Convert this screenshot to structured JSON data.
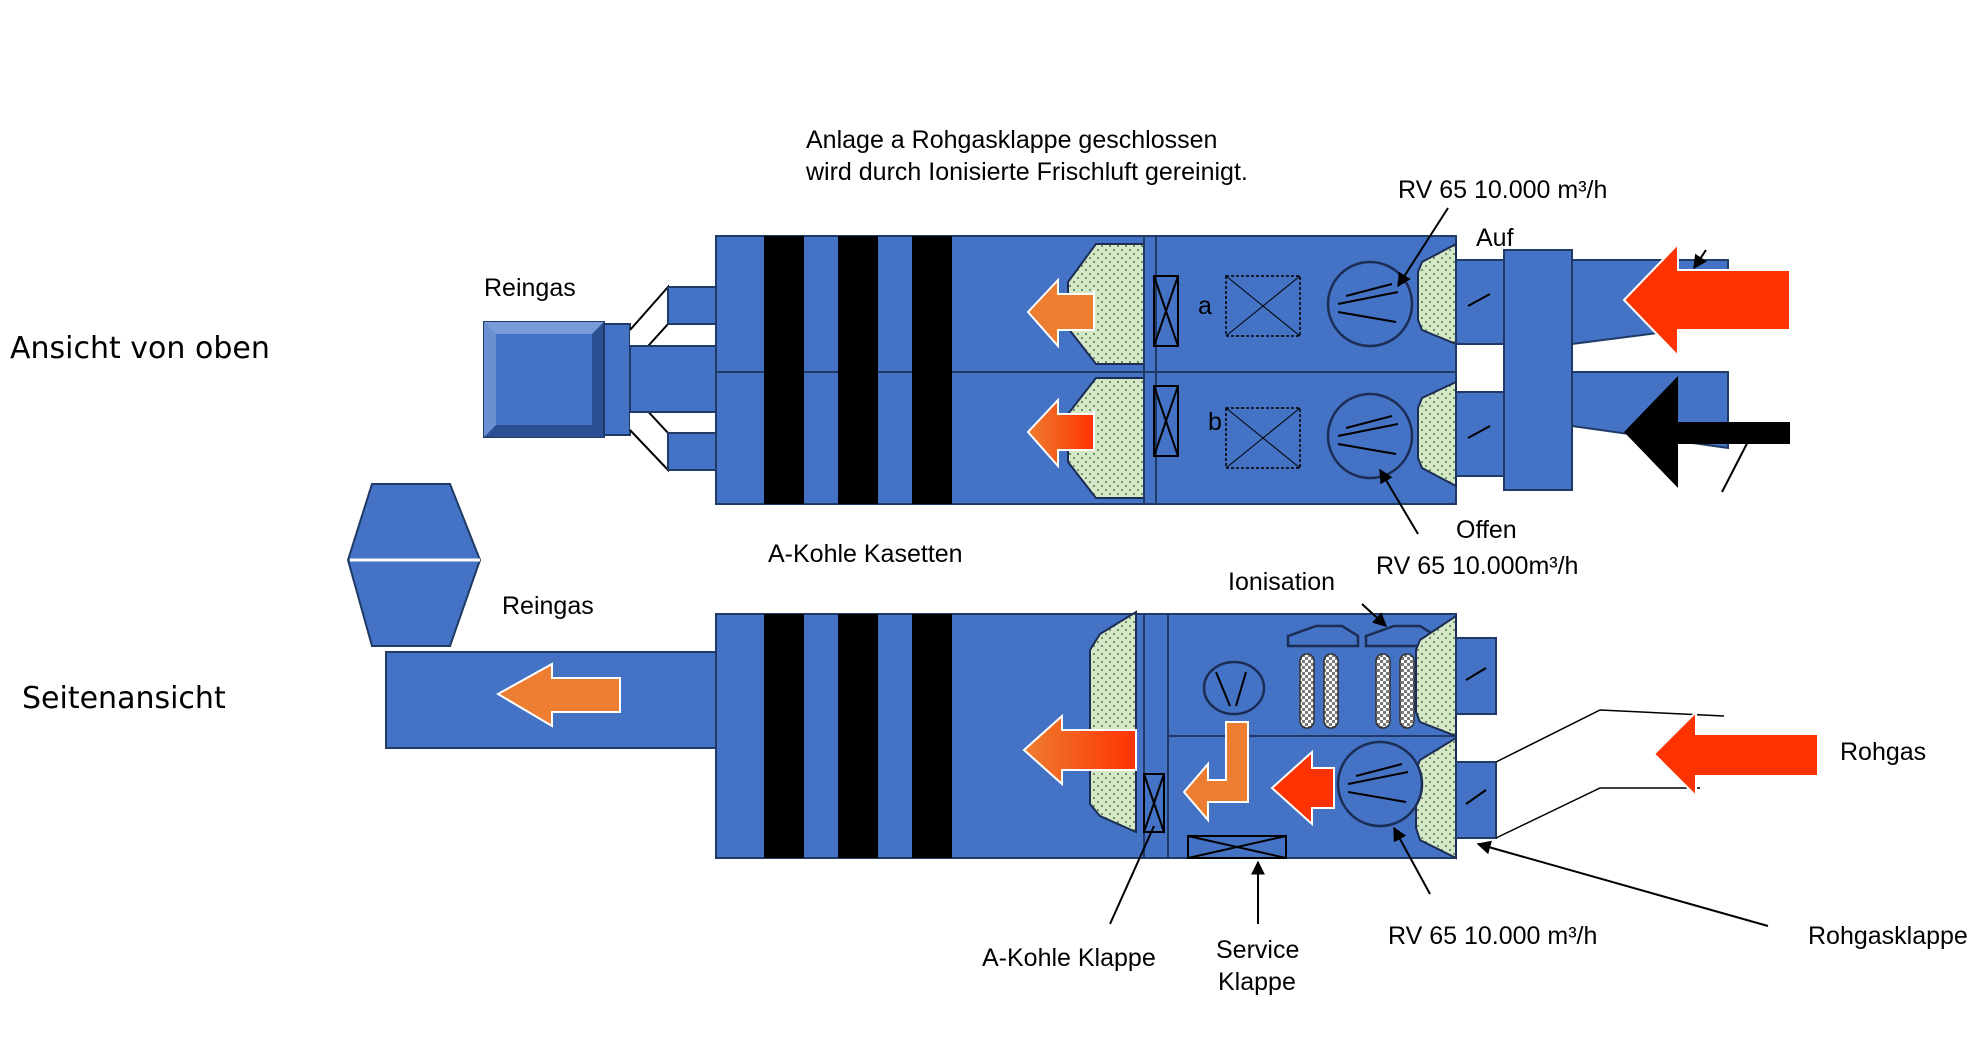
{
  "colors": {
    "unit_blue": "#4472C4",
    "carbon_black": "#000000",
    "arrow_orange": "#ED7D31",
    "arrow_red": "#FF3300",
    "filter_green": "#D5E8C8"
  },
  "views": {
    "top": "Ansicht von oben",
    "side": "Seitenansicht"
  },
  "labels": {
    "description_1": "Anlage a Rohgasklappe geschlossen",
    "description_2": "wird durch Ionisierte Frischluft gereinigt.",
    "fan_top_a": "RV 65 10.000 m³/h",
    "fan_top_b": "RV 65 10.000m³/h",
    "fan_side": "RV 65 10.000 m³/h",
    "damper_open": "Auf",
    "damper_closed": "Offen",
    "clean_gas_top": "Reingas",
    "clean_gas_side": "Reingas",
    "carbon_cassettes": "A-Kohle Kasetten",
    "ionisation": "Ionisation",
    "raw_gas": "Rohgas",
    "raw_gas_damper": "Rohgasklappe",
    "carbon_damper": "A-Kohle Klappe",
    "service_damper_1": "Service",
    "service_damper_2": "Klappe",
    "section_a": "a",
    "section_b": "b"
  }
}
